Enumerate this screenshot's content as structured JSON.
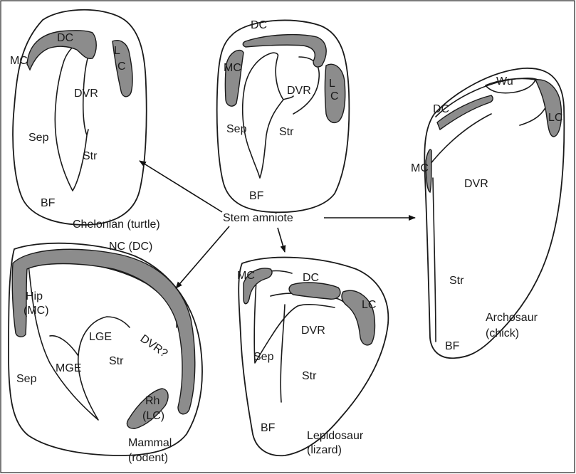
{
  "colors": {
    "pallium_shading": "#8c8c8c",
    "line": "#1a1a1a",
    "background": "#ffffff"
  },
  "center": {
    "label": "Stem amniote"
  },
  "turtle": {
    "caption": "Chelonian  (turtle)",
    "DC": "DC",
    "MC": "MC",
    "LC1": "L",
    "LC2": "C",
    "DVR": "DVR",
    "Sep": "Sep",
    "Str": "Str",
    "BF": "BF"
  },
  "stem": {
    "DC": "DC",
    "MC": "MC",
    "LC1": "L",
    "LC2": "C",
    "DVR": "DVR",
    "Sep": "Sep",
    "Str": "Str",
    "BF": "BF"
  },
  "chick": {
    "caption1": "Archosaur",
    "caption2": "(chick)",
    "Wu": "Wu",
    "DC": "DC",
    "LC": "LC",
    "MC": "MC",
    "DVR": "DVR",
    "Str": "Str",
    "BF": "BF"
  },
  "rodent": {
    "caption1": "Mammal",
    "caption2": "(rodent)",
    "NC": "NC (DC)",
    "Hip1": "Hip",
    "Hip2": "(MC)",
    "LGE": "LGE",
    "MGE": "MGE",
    "DVR": "DVR?",
    "Str": "Str",
    "Sep": "Sep",
    "Rh1": "Rh",
    "Rh2": "(LC)"
  },
  "lizard": {
    "caption1": "Lepidosaur",
    "caption2": "(lizard)",
    "MC": "MC",
    "DC": "DC",
    "LC": "LC",
    "DVR": "DVR",
    "Sep": "Sep",
    "Str": "Str",
    "BF": "BF"
  }
}
